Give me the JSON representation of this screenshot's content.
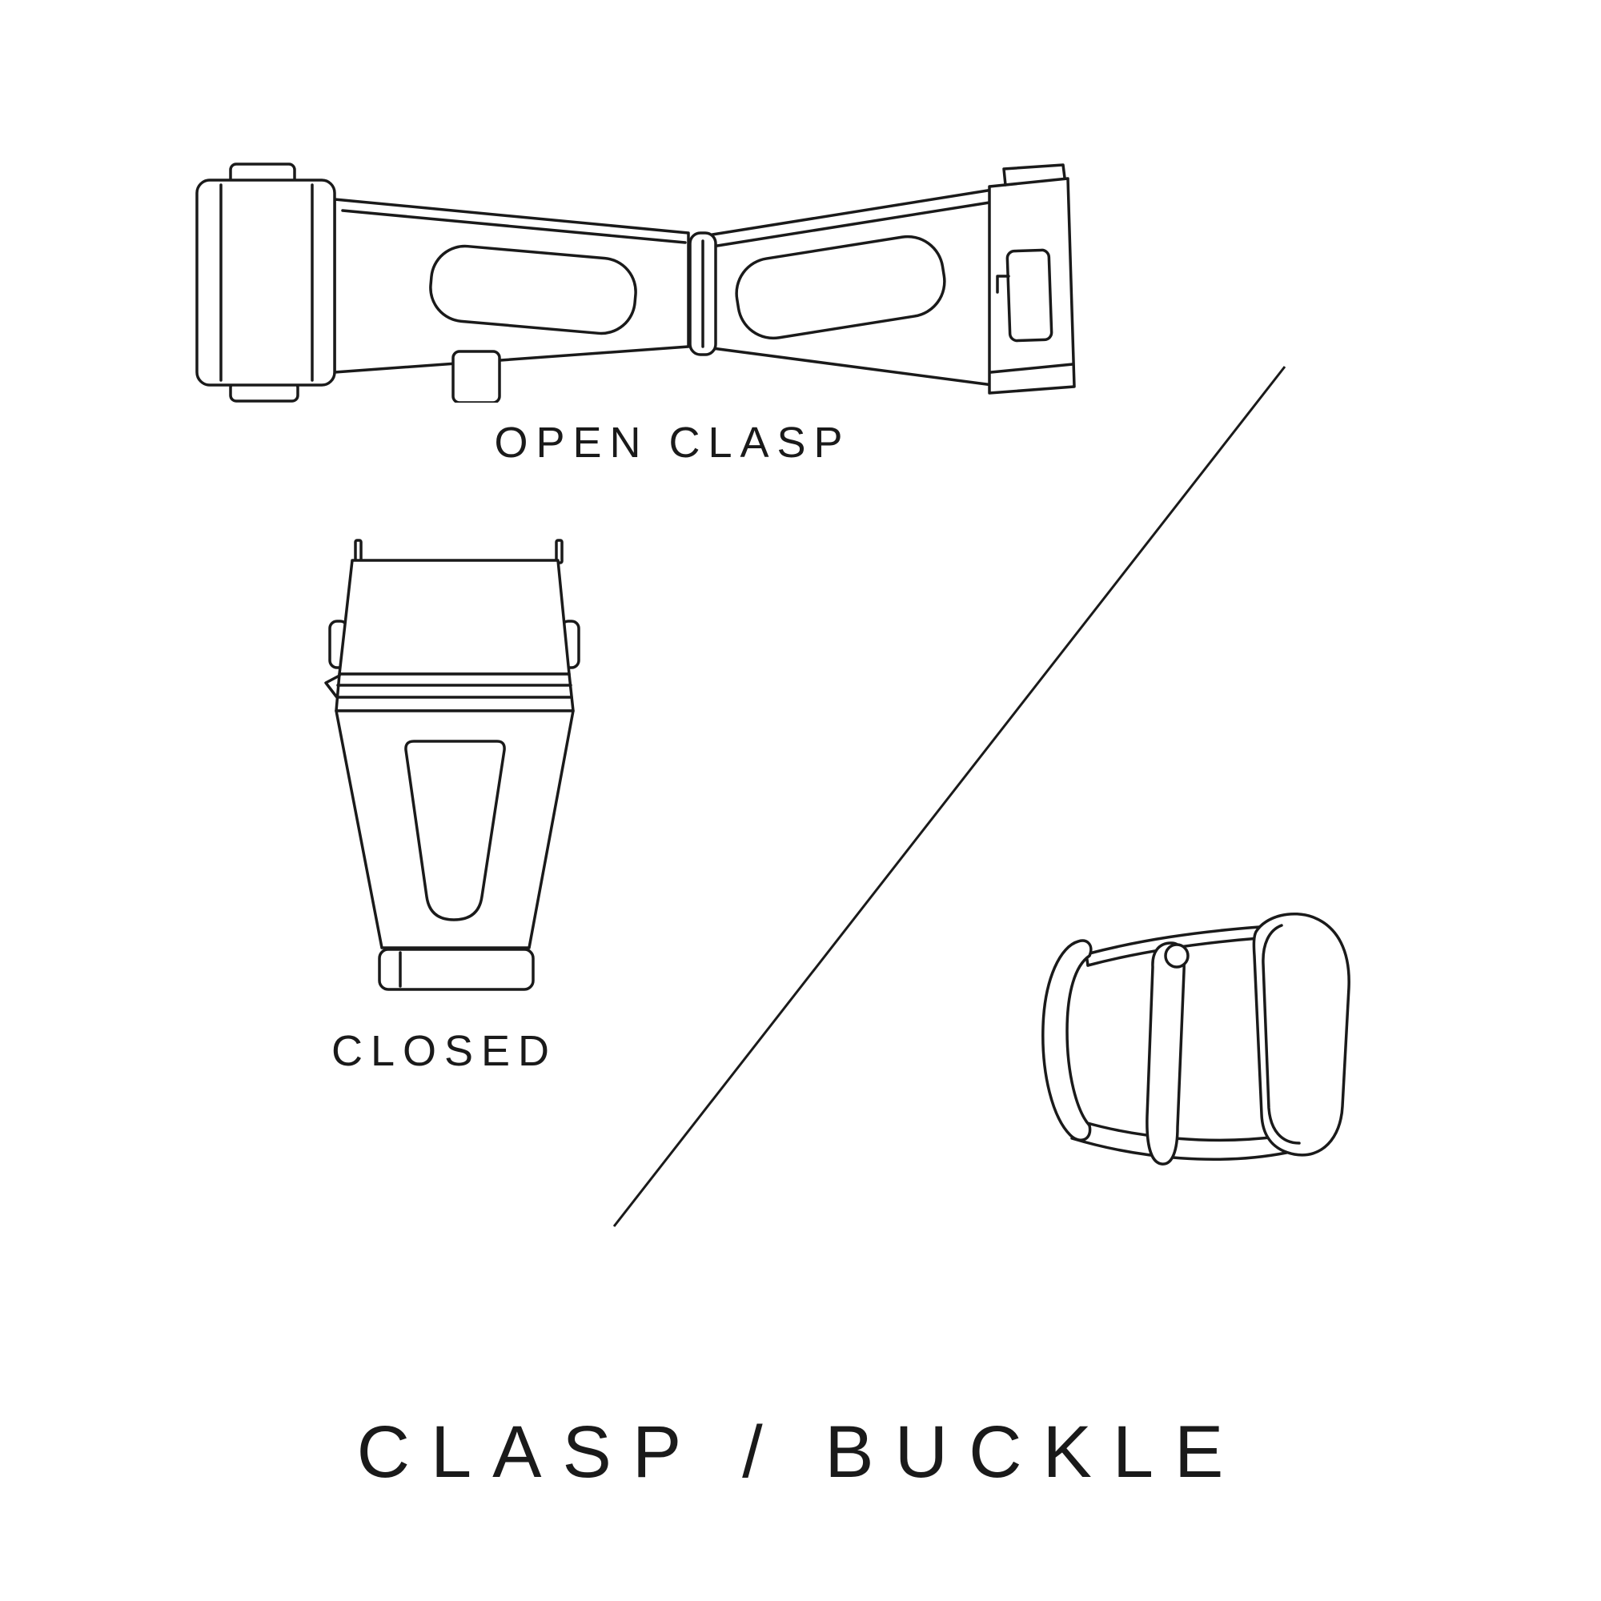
{
  "colors": {
    "background": "#ffffff",
    "ink": "#1a1a1a"
  },
  "diagram": {
    "title": "CLASP / BUCKLE",
    "illustrations": [
      {
        "id": "open-clasp",
        "caption": "OPEN CLASP"
      },
      {
        "id": "closed-clasp",
        "caption": "CLOSED"
      },
      {
        "id": "tang-buckle"
      }
    ]
  }
}
